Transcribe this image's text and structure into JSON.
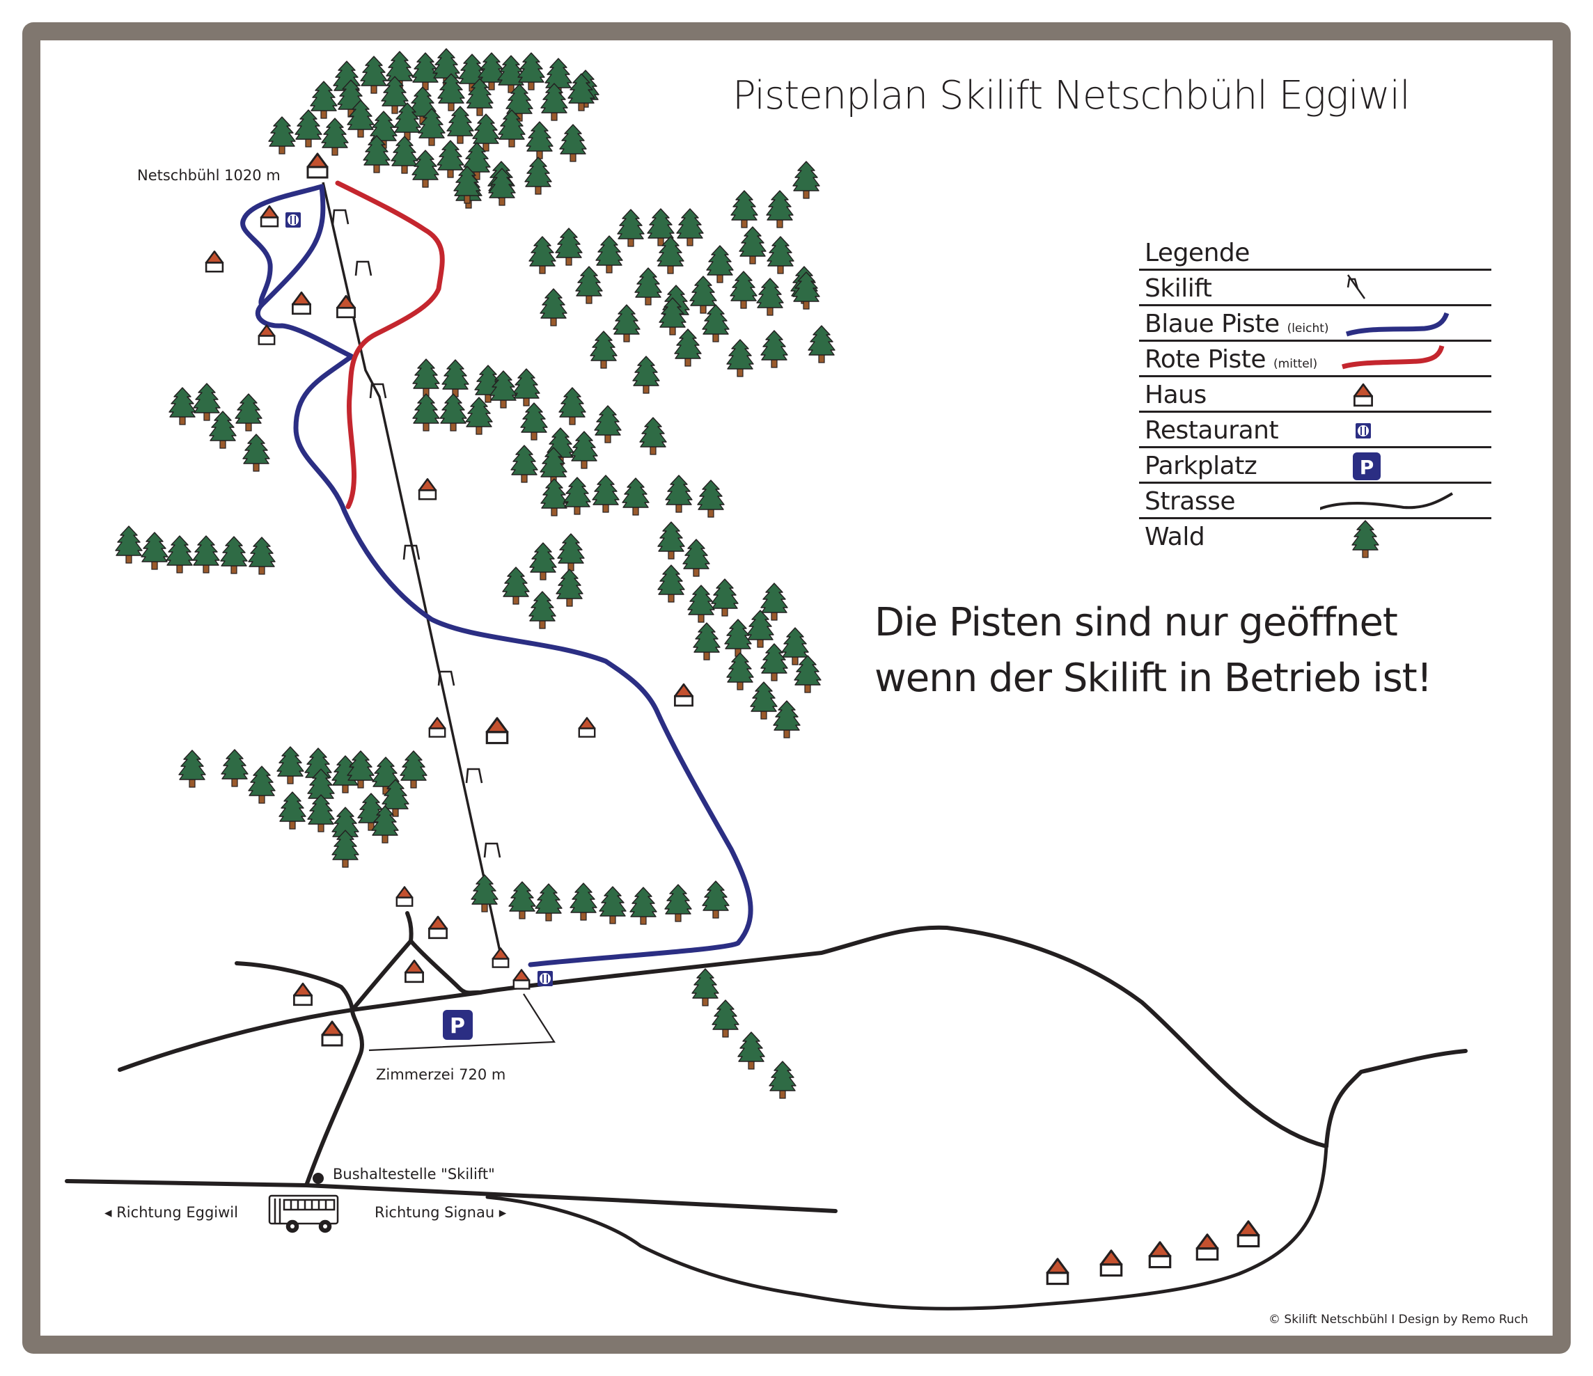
{
  "map": {
    "title": "Pistenplan Skilift Netschbühl Eggiwil",
    "notice_line1": "Die Pisten sind nur geöffnet",
    "notice_line2": "wenn der Skilift in Betrieb ist!",
    "copyright": "© Skilift Netschbühl I Design by Remo Ruch",
    "colors": {
      "frame": "#80776f",
      "blue_piste": "#2b2e83",
      "red_piste": "#c4262e",
      "house_roof": "#c4512f",
      "tree_green": "#2f6b45",
      "tree_trunk": "#9a5a2c",
      "road": "#231f20",
      "sign_blue": "#2b2e83"
    }
  },
  "labels": {
    "summit": "Netschbühl 1020 m",
    "valley": "Zimmerzei 720 m",
    "bus_stop": "Bushaltestelle \"Skilift\"",
    "direction_left": "◂ Richtung Eggiwil",
    "direction_right": "Richtung Signau ▸",
    "parking_letter": "P"
  },
  "legend": {
    "title": "Legende",
    "items": [
      {
        "label": "Skilift",
        "note": "",
        "icon": "skilift-icon"
      },
      {
        "label": "Blaue Piste",
        "note": "(leicht)",
        "icon": "blue-piste-line"
      },
      {
        "label": "Rote Piste",
        "note": "(mittel)",
        "icon": "red-piste-line"
      },
      {
        "label": "Haus",
        "note": "",
        "icon": "house-icon"
      },
      {
        "label": "Restaurant",
        "note": "",
        "icon": "restaurant-icon"
      },
      {
        "label": "Parkplatz",
        "note": "",
        "icon": "parking-icon"
      },
      {
        "label": "Strasse",
        "note": "",
        "icon": "road-line"
      },
      {
        "label": "Wald",
        "note": "",
        "icon": "tree-icon"
      }
    ]
  },
  "houses": [
    [
      456,
      243,
      1
    ],
    [
      387,
      315,
      0.85
    ],
    [
      308,
      380,
      0.85
    ],
    [
      433,
      440,
      0.9
    ],
    [
      497,
      445,
      0.9
    ],
    [
      383,
      485,
      0.8
    ],
    [
      614,
      707,
      0.85
    ],
    [
      982,
      1003,
      0.9
    ],
    [
      628,
      1049,
      0.8
    ],
    [
      714,
      1055,
      1.05
    ],
    [
      843,
      1049,
      0.8
    ],
    [
      581,
      1292,
      0.8
    ],
    [
      629,
      1337,
      0.9
    ],
    [
      719,
      1380,
      0.8
    ],
    [
      595,
      1400,
      0.9
    ],
    [
      749,
      1411,
      0.8
    ],
    [
      435,
      1433,
      0.9
    ],
    [
      477,
      1490,
      1
    ],
    [
      1519,
      1832,
      1.05
    ],
    [
      1596,
      1820,
      1.05
    ],
    [
      1666,
      1808,
      1.05
    ],
    [
      1734,
      1797,
      1.05
    ],
    [
      1793,
      1778,
      1.05
    ]
  ],
  "restaurants": [
    [
      421,
      316
    ],
    [
      783,
      1406
    ]
  ],
  "parking": [
    658,
    1472
  ],
  "lift_towers": [
    [
      488,
      302
    ],
    [
      521,
      376
    ],
    [
      542,
      552
    ],
    [
      590,
      784
    ],
    [
      640,
      965
    ],
    [
      680,
      1105
    ],
    [
      706,
      1212
    ]
  ],
  "trees": [
    [
      498,
      118
    ],
    [
      537,
      111
    ],
    [
      574,
      104
    ],
    [
      611,
      106
    ],
    [
      641,
      100
    ],
    [
      678,
      108
    ],
    [
      706,
      106
    ],
    [
      734,
      110
    ],
    [
      763,
      106
    ],
    [
      802,
      114
    ],
    [
      841,
      131
    ],
    [
      465,
      147
    ],
    [
      504,
      145
    ],
    [
      567,
      140
    ],
    [
      607,
      155
    ],
    [
      648,
      136
    ],
    [
      689,
      143
    ],
    [
      746,
      151
    ],
    [
      796,
      150
    ],
    [
      835,
      136
    ],
    [
      405,
      198
    ],
    [
      443,
      188
    ],
    [
      481,
      200
    ],
    [
      518,
      174
    ],
    [
      551,
      190
    ],
    [
      585,
      178
    ],
    [
      620,
      186
    ],
    [
      661,
      183
    ],
    [
      698,
      194
    ],
    [
      735,
      188
    ],
    [
      775,
      205
    ],
    [
      823,
      209
    ],
    [
      541,
      225
    ],
    [
      581,
      226
    ],
    [
      611,
      246
    ],
    [
      647,
      232
    ],
    [
      685,
      235
    ],
    [
      720,
      262
    ],
    [
      773,
      256
    ],
    [
      673,
      276
    ],
    [
      671,
      269
    ],
    [
      721,
      272
    ],
    [
      1158,
      262
    ],
    [
      1069,
      304
    ],
    [
      1120,
      304
    ],
    [
      991,
      330
    ],
    [
      949,
      330
    ],
    [
      906,
      331
    ],
    [
      817,
      358
    ],
    [
      779,
      370
    ],
    [
      875,
      369
    ],
    [
      963,
      370
    ],
    [
      1081,
      356
    ],
    [
      1121,
      370
    ],
    [
      1034,
      383
    ],
    [
      1155,
      413
    ],
    [
      846,
      413
    ],
    [
      931,
      415
    ],
    [
      971,
      440
    ],
    [
      1010,
      427
    ],
    [
      1068,
      420
    ],
    [
      1106,
      430
    ],
    [
      1158,
      421
    ],
    [
      795,
      445
    ],
    [
      966,
      458
    ],
    [
      900,
      468
    ],
    [
      1028,
      468
    ],
    [
      1180,
      498
    ],
    [
      1112,
      505
    ],
    [
      1063,
      518
    ],
    [
      988,
      503
    ],
    [
      867,
      506
    ],
    [
      928,
      542
    ],
    [
      612,
      546
    ],
    [
      654,
      547
    ],
    [
      701,
      555
    ],
    [
      612,
      596
    ],
    [
      651,
      596
    ],
    [
      688,
      601
    ],
    [
      756,
      560
    ],
    [
      723,
      563
    ],
    [
      767,
      609
    ],
    [
      822,
      587
    ],
    [
      873,
      613
    ],
    [
      938,
      630
    ],
    [
      805,
      645
    ],
    [
      839,
      650
    ],
    [
      795,
      673
    ],
    [
      753,
      670
    ],
    [
      796,
      718
    ],
    [
      975,
      713
    ],
    [
      1021,
      720
    ],
    [
      913,
      717
    ],
    [
      870,
      713
    ],
    [
      829,
      716
    ],
    [
      820,
      797
    ],
    [
      780,
      810
    ],
    [
      818,
      848
    ],
    [
      741,
      845
    ],
    [
      779,
      880
    ],
    [
      964,
      780
    ],
    [
      1000,
      805
    ],
    [
      964,
      842
    ],
    [
      1041,
      862
    ],
    [
      1007,
      871
    ],
    [
      1112,
      868
    ],
    [
      1092,
      907
    ],
    [
      1142,
      932
    ],
    [
      1015,
      925
    ],
    [
      1060,
      920
    ],
    [
      1112,
      955
    ],
    [
      1160,
      972
    ],
    [
      1097,
      1010
    ],
    [
      1130,
      1037
    ],
    [
      1063,
      968
    ],
    [
      262,
      587
    ],
    [
      297,
      581
    ],
    [
      320,
      621
    ],
    [
      357,
      596
    ],
    [
      368,
      654
    ],
    [
      185,
      786
    ],
    [
      222,
      795
    ],
    [
      258,
      800
    ],
    [
      296,
      800
    ],
    [
      336,
      801
    ],
    [
      376,
      802
    ],
    [
      276,
      1108
    ],
    [
      337,
      1107
    ],
    [
      376,
      1131
    ],
    [
      417,
      1103
    ],
    [
      457,
      1105
    ],
    [
      496,
      1116
    ],
    [
      518,
      1109
    ],
    [
      554,
      1118
    ],
    [
      594,
      1109
    ],
    [
      568,
      1150
    ],
    [
      533,
      1170
    ],
    [
      461,
      1135
    ],
    [
      420,
      1168
    ],
    [
      496,
      1190
    ],
    [
      553,
      1188
    ],
    [
      461,
      1172
    ],
    [
      496,
      1223
    ],
    [
      696,
      1287
    ],
    [
      750,
      1297
    ],
    [
      788,
      1300
    ],
    [
      838,
      1299
    ],
    [
      880,
      1304
    ],
    [
      924,
      1305
    ],
    [
      974,
      1301
    ],
    [
      1028,
      1296
    ],
    [
      1013,
      1422
    ],
    [
      1042,
      1467
    ],
    [
      1079,
      1513
    ],
    [
      1124,
      1555
    ]
  ]
}
